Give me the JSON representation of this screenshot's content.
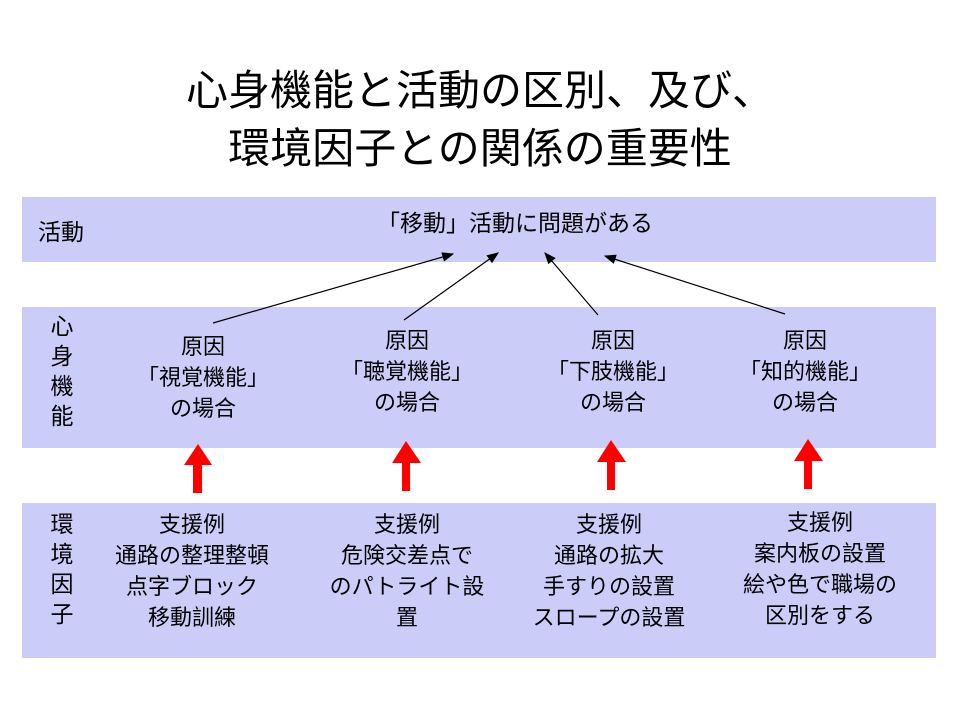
{
  "title": {
    "line1": "心身機能と活動の区別、及び、",
    "line2": "環境因子との関係の重要性"
  },
  "activity": {
    "label": "活動",
    "statement": "「移動」活動に問題がある"
  },
  "body_function": {
    "label_chars": [
      "心",
      "身",
      "機",
      "能"
    ],
    "causes": [
      {
        "line1": "原因",
        "line2": "「視覚機能」",
        "line3": "の場合"
      },
      {
        "line1": "原因",
        "line2": "「聴覚機能」",
        "line3": "の場合"
      },
      {
        "line1": "原因",
        "line2": "「下肢機能」",
        "line3": "の場合"
      },
      {
        "line1": "原因",
        "line2": "「知的機能」",
        "line3": "の場合"
      }
    ]
  },
  "environment": {
    "label_chars": [
      "環",
      "境",
      "因",
      "子"
    ],
    "supports": [
      {
        "lines": [
          "支援例",
          "通路の整理整頓",
          "点字ブロック",
          "移動訓練"
        ]
      },
      {
        "lines": [
          "支援例",
          "危険交差点で",
          "のパトライト設",
          "置"
        ]
      },
      {
        "lines": [
          "支援例",
          "通路の拡大",
          "手すりの設置",
          "スロープの設置"
        ]
      },
      {
        "lines": [
          "支援例",
          "案内板の設置",
          "絵や色で職場の",
          "区別をする"
        ]
      }
    ]
  },
  "colors": {
    "band": "#ccccf8",
    "red_arrow": "#ff0000"
  }
}
